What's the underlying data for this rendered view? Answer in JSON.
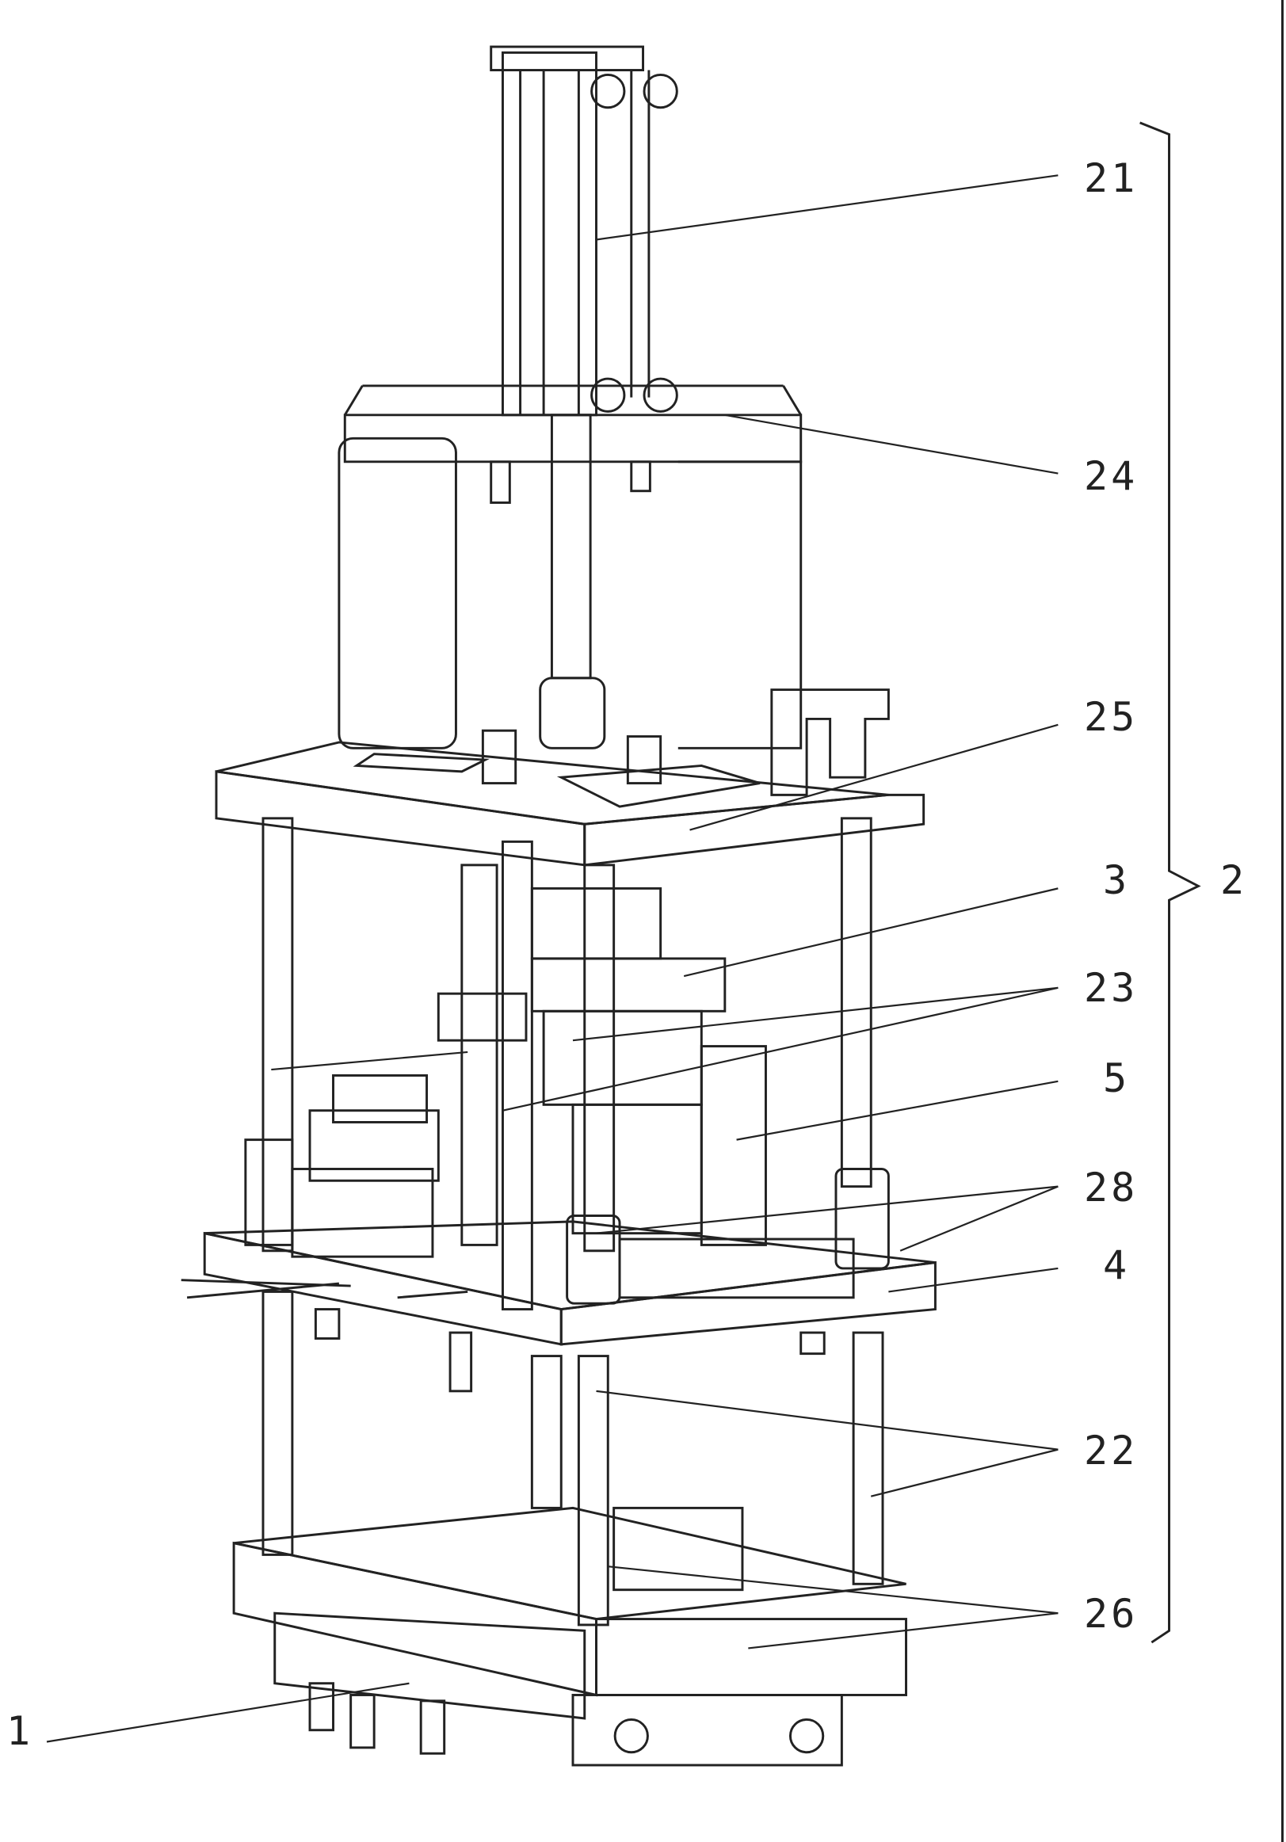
{
  "figure": {
    "labels": {
      "cylinder": "21",
      "top_plate": "24",
      "middle_plate": "25",
      "module_3": "3",
      "assembly": "2",
      "guide_23": "23",
      "part_5": "5",
      "bushing_28": "28",
      "plate_4": "4",
      "guide_posts": "22",
      "base_26": "26",
      "base_1": "1"
    },
    "line_color": "#222222"
  }
}
